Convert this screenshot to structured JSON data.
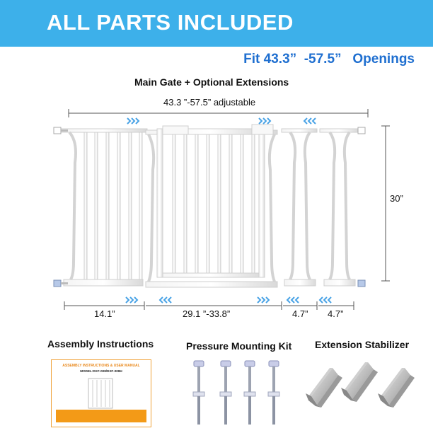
{
  "banner": {
    "title": "ALL PARTS INCLUDED",
    "color": "#3db0ea"
  },
  "fit": {
    "prefix": "Fit 43.3”",
    "mid": "-57.5”",
    "suffix": "Openings",
    "color": "#1f6fd0"
  },
  "main_heading": "Main Gate + Optional Extensions",
  "dimensions": {
    "total": "43.3 ”-57.5” adjustable",
    "height": "30”",
    "left_extension": "14.1”",
    "main_gate": "29.1 ”-33.8”",
    "ext_a": "4.7”",
    "ext_b": "4.7”"
  },
  "parts": {
    "assembly": {
      "label": "Assembly Instructions",
      "manual_title": "ASSEMBLY INSTRUCTIONS & USER MANUAL",
      "manual_model": "MODEL:DXF-008/DXF-008H"
    },
    "pressure": {
      "label": "Pressure Mounting Kit",
      "count": 4
    },
    "stabilizer": {
      "label": "Extension Stabilizer",
      "count": 3
    }
  }
}
